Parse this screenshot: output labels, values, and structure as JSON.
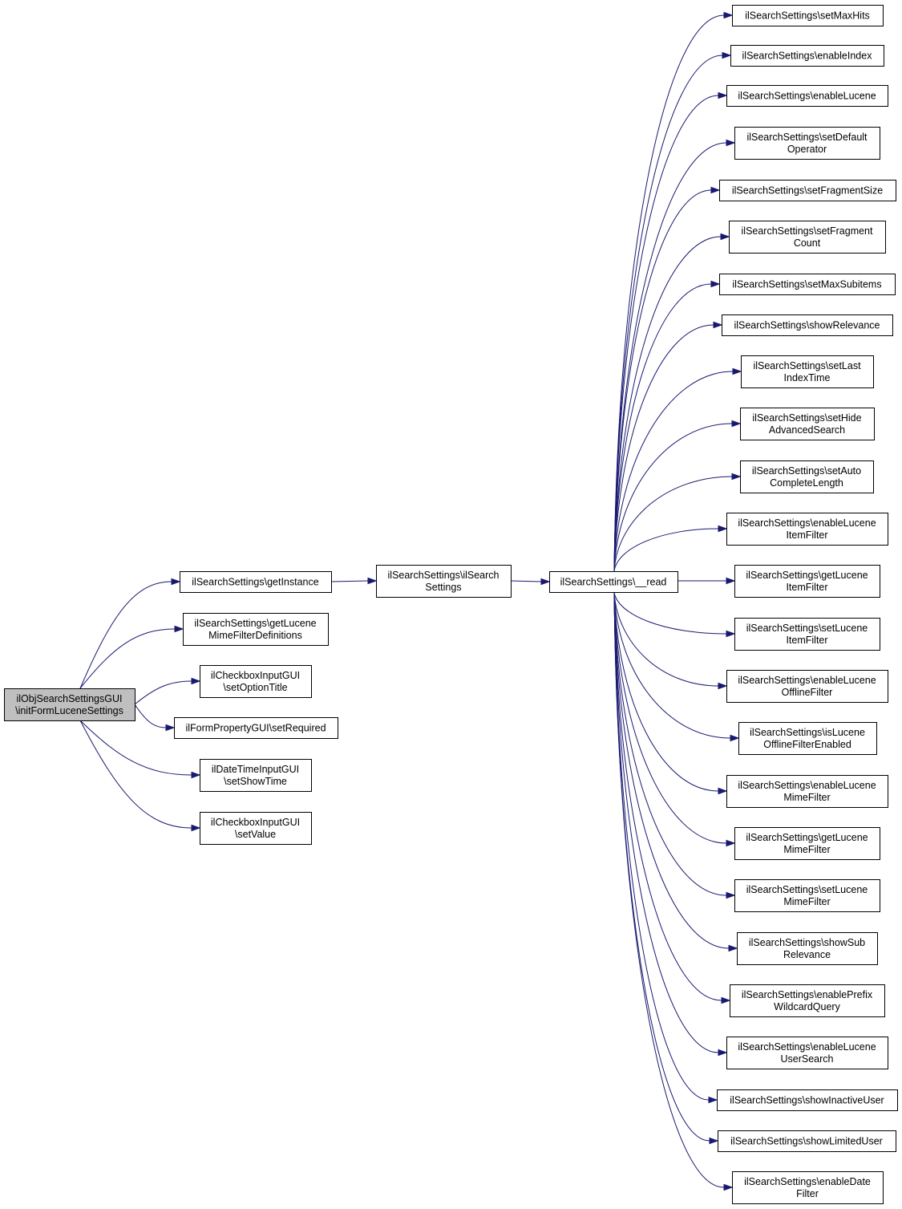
{
  "colors": {
    "edge": "#191970",
    "node_border": "#000000",
    "node_fill": "#ffffff",
    "root_fill": "#bfbfbf",
    "background": "#ffffff"
  },
  "nodes": {
    "root": {
      "lines": [
        "ilObjSearchSettingsGUI",
        "\\initFormLuceneSettings"
      ]
    },
    "getInstance": {
      "lines": [
        "ilSearchSettings\\getInstance"
      ]
    },
    "getLuceneMimeFilterDefinitions": {
      "lines": [
        "ilSearchSettings\\getLucene",
        "MimeFilterDefinitions"
      ]
    },
    "setOptionTitle": {
      "lines": [
        "ilCheckboxInputGUI",
        "\\setOptionTitle"
      ]
    },
    "setRequired": {
      "lines": [
        "ilFormPropertyGUI\\setRequired"
      ]
    },
    "setShowTime": {
      "lines": [
        "ilDateTimeInputGUI",
        "\\setShowTime"
      ]
    },
    "setValue": {
      "lines": [
        "ilCheckboxInputGUI",
        "\\setValue"
      ]
    },
    "constructor": {
      "lines": [
        "ilSearchSettings\\ilSearch",
        "Settings"
      ]
    },
    "read": {
      "lines": [
        "ilSearchSettings\\__read"
      ]
    },
    "setMaxHits": {
      "lines": [
        "ilSearchSettings\\setMaxHits"
      ]
    },
    "enableIndex": {
      "lines": [
        "ilSearchSettings\\enableIndex"
      ]
    },
    "enableLucene": {
      "lines": [
        "ilSearchSettings\\enableLucene"
      ]
    },
    "setDefaultOperator": {
      "lines": [
        "ilSearchSettings\\setDefault",
        "Operator"
      ]
    },
    "setFragmentSize": {
      "lines": [
        "ilSearchSettings\\setFragmentSize"
      ]
    },
    "setFragmentCount": {
      "lines": [
        "ilSearchSettings\\setFragment",
        "Count"
      ]
    },
    "setMaxSubitems": {
      "lines": [
        "ilSearchSettings\\setMaxSubitems"
      ]
    },
    "showRelevance": {
      "lines": [
        "ilSearchSettings\\showRelevance"
      ]
    },
    "setLastIndexTime": {
      "lines": [
        "ilSearchSettings\\setLast",
        "IndexTime"
      ]
    },
    "setHideAdvancedSearch": {
      "lines": [
        "ilSearchSettings\\setHide",
        "AdvancedSearch"
      ]
    },
    "setAutoCompleteLength": {
      "lines": [
        "ilSearchSettings\\setAuto",
        "CompleteLength"
      ]
    },
    "enableLuceneItemFilter": {
      "lines": [
        "ilSearchSettings\\enableLucene",
        "ItemFilter"
      ]
    },
    "getLuceneItemFilter": {
      "lines": [
        "ilSearchSettings\\getLucene",
        "ItemFilter"
      ]
    },
    "setLuceneItemFilter": {
      "lines": [
        "ilSearchSettings\\setLucene",
        "ItemFilter"
      ]
    },
    "enableLuceneOfflineFilter": {
      "lines": [
        "ilSearchSettings\\enableLucene",
        "OfflineFilter"
      ]
    },
    "isLuceneOfflineFilterEnabled": {
      "lines": [
        "ilSearchSettings\\isLucene",
        "OfflineFilterEnabled"
      ]
    },
    "enableLuceneMimeFilter": {
      "lines": [
        "ilSearchSettings\\enableLucene",
        "MimeFilter"
      ]
    },
    "getLuceneMimeFilter": {
      "lines": [
        "ilSearchSettings\\getLucene",
        "MimeFilter"
      ]
    },
    "setLuceneMimeFilter": {
      "lines": [
        "ilSearchSettings\\setLucene",
        "MimeFilter"
      ]
    },
    "showSubRelevance": {
      "lines": [
        "ilSearchSettings\\showSub",
        "Relevance"
      ]
    },
    "enablePrefixWildcardQuery": {
      "lines": [
        "ilSearchSettings\\enablePrefix",
        "WildcardQuery"
      ]
    },
    "enableLuceneUserSearch": {
      "lines": [
        "ilSearchSettings\\enableLucene",
        "UserSearch"
      ]
    },
    "showInactiveUser": {
      "lines": [
        "ilSearchSettings\\showInactiveUser"
      ]
    },
    "showLimitedUser": {
      "lines": [
        "ilSearchSettings\\showLimitedUser"
      ]
    },
    "enableDateFilter": {
      "lines": [
        "ilSearchSettings\\enableDate",
        "Filter"
      ]
    }
  },
  "edges": [
    {
      "from": "root",
      "to": "getInstance"
    },
    {
      "from": "root",
      "to": "getLuceneMimeFilterDefinitions"
    },
    {
      "from": "root",
      "to": "setOptionTitle"
    },
    {
      "from": "root",
      "to": "setRequired"
    },
    {
      "from": "root",
      "to": "setShowTime"
    },
    {
      "from": "root",
      "to": "setValue"
    },
    {
      "from": "getInstance",
      "to": "constructor"
    },
    {
      "from": "constructor",
      "to": "read"
    },
    {
      "from": "read",
      "to": "setMaxHits"
    },
    {
      "from": "read",
      "to": "enableIndex"
    },
    {
      "from": "read",
      "to": "enableLucene"
    },
    {
      "from": "read",
      "to": "setDefaultOperator"
    },
    {
      "from": "read",
      "to": "setFragmentSize"
    },
    {
      "from": "read",
      "to": "setFragmentCount"
    },
    {
      "from": "read",
      "to": "setMaxSubitems"
    },
    {
      "from": "read",
      "to": "showRelevance"
    },
    {
      "from": "read",
      "to": "setLastIndexTime"
    },
    {
      "from": "read",
      "to": "setHideAdvancedSearch"
    },
    {
      "from": "read",
      "to": "setAutoCompleteLength"
    },
    {
      "from": "read",
      "to": "enableLuceneItemFilter"
    },
    {
      "from": "read",
      "to": "getLuceneItemFilter"
    },
    {
      "from": "read",
      "to": "setLuceneItemFilter"
    },
    {
      "from": "read",
      "to": "enableLuceneOfflineFilter"
    },
    {
      "from": "read",
      "to": "isLuceneOfflineFilterEnabled"
    },
    {
      "from": "read",
      "to": "enableLuceneMimeFilter"
    },
    {
      "from": "read",
      "to": "getLuceneMimeFilter"
    },
    {
      "from": "read",
      "to": "setLuceneMimeFilter"
    },
    {
      "from": "read",
      "to": "showSubRelevance"
    },
    {
      "from": "read",
      "to": "enablePrefixWildcardQuery"
    },
    {
      "from": "read",
      "to": "enableLuceneUserSearch"
    },
    {
      "from": "read",
      "to": "showInactiveUser"
    },
    {
      "from": "read",
      "to": "showLimitedUser"
    },
    {
      "from": "read",
      "to": "enableDateFilter"
    }
  ]
}
